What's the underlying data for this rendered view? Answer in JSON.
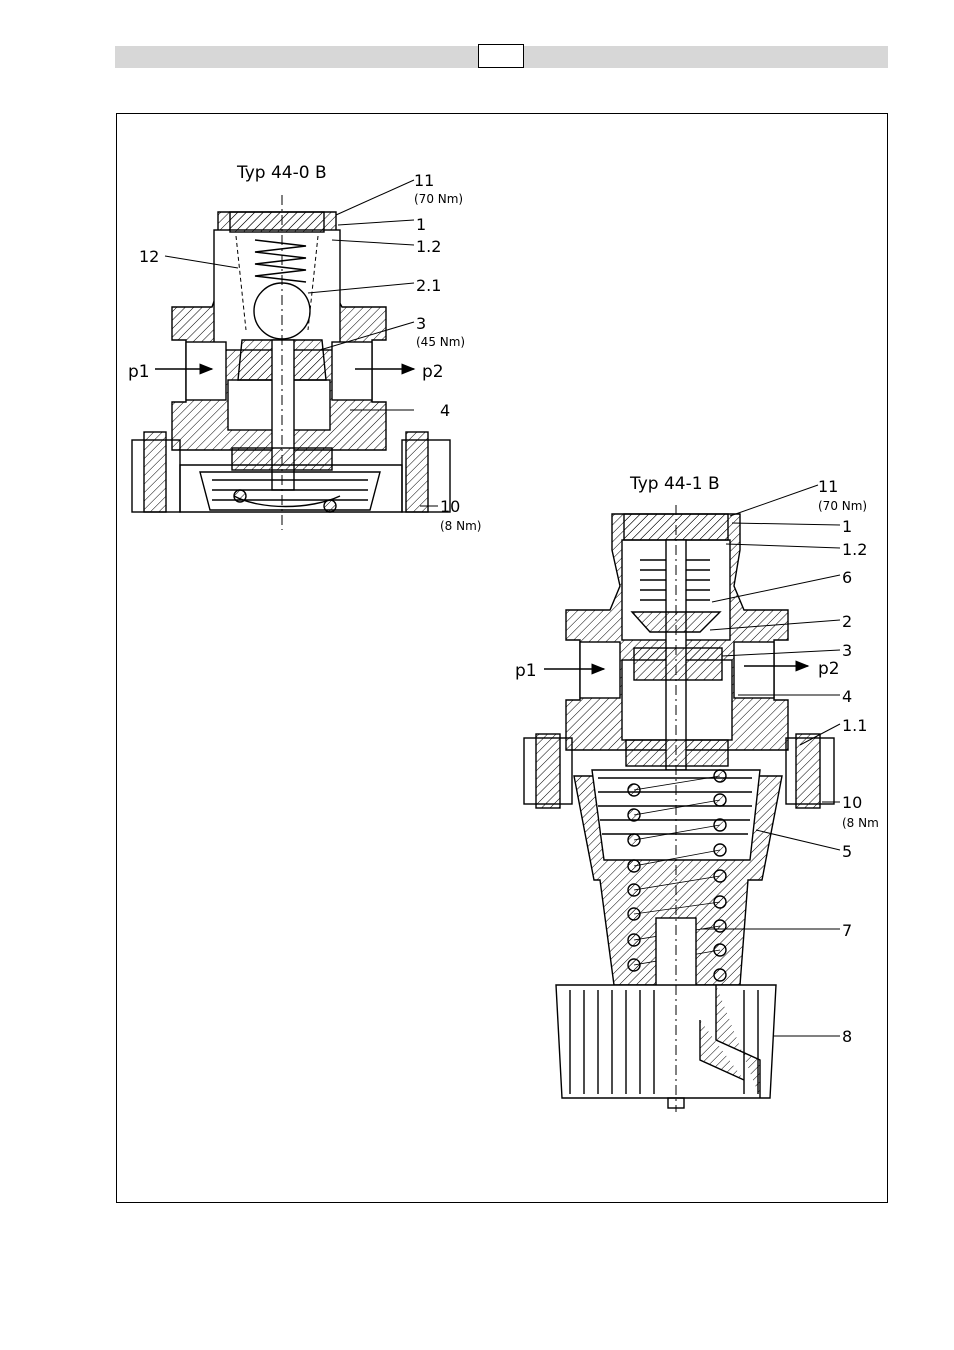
{
  "page": {
    "header_box_text": ""
  },
  "figure_a": {
    "title": "Typ 44-0 B",
    "callouts": [
      {
        "num": "11",
        "torque": "(70 Nm)"
      },
      {
        "num": "1",
        "torque": ""
      },
      {
        "num": "1.2",
        "torque": ""
      },
      {
        "num": "2.1",
        "torque": ""
      },
      {
        "num": "3",
        "torque": "(45 Nm)"
      },
      {
        "num": "4",
        "torque": ""
      },
      {
        "num": "10",
        "torque": "(8 Nm)"
      },
      {
        "num": "12",
        "torque": ""
      }
    ],
    "flow_in": "p1",
    "flow_out": "p2"
  },
  "figure_b": {
    "title": "Typ 44-1 B",
    "callouts": [
      {
        "num": "11",
        "torque": "(70 Nm)"
      },
      {
        "num": "1",
        "torque": ""
      },
      {
        "num": "1.2",
        "torque": ""
      },
      {
        "num": "6",
        "torque": ""
      },
      {
        "num": "2",
        "torque": ""
      },
      {
        "num": "3",
        "torque": ""
      },
      {
        "num": "4",
        "torque": ""
      },
      {
        "num": "1.1",
        "torque": ""
      },
      {
        "num": "10",
        "torque": "(8 Nm"
      },
      {
        "num": "5",
        "torque": ""
      },
      {
        "num": "7",
        "torque": ""
      },
      {
        "num": "8",
        "torque": ""
      }
    ],
    "flow_in": "p1",
    "flow_out": "p2"
  }
}
